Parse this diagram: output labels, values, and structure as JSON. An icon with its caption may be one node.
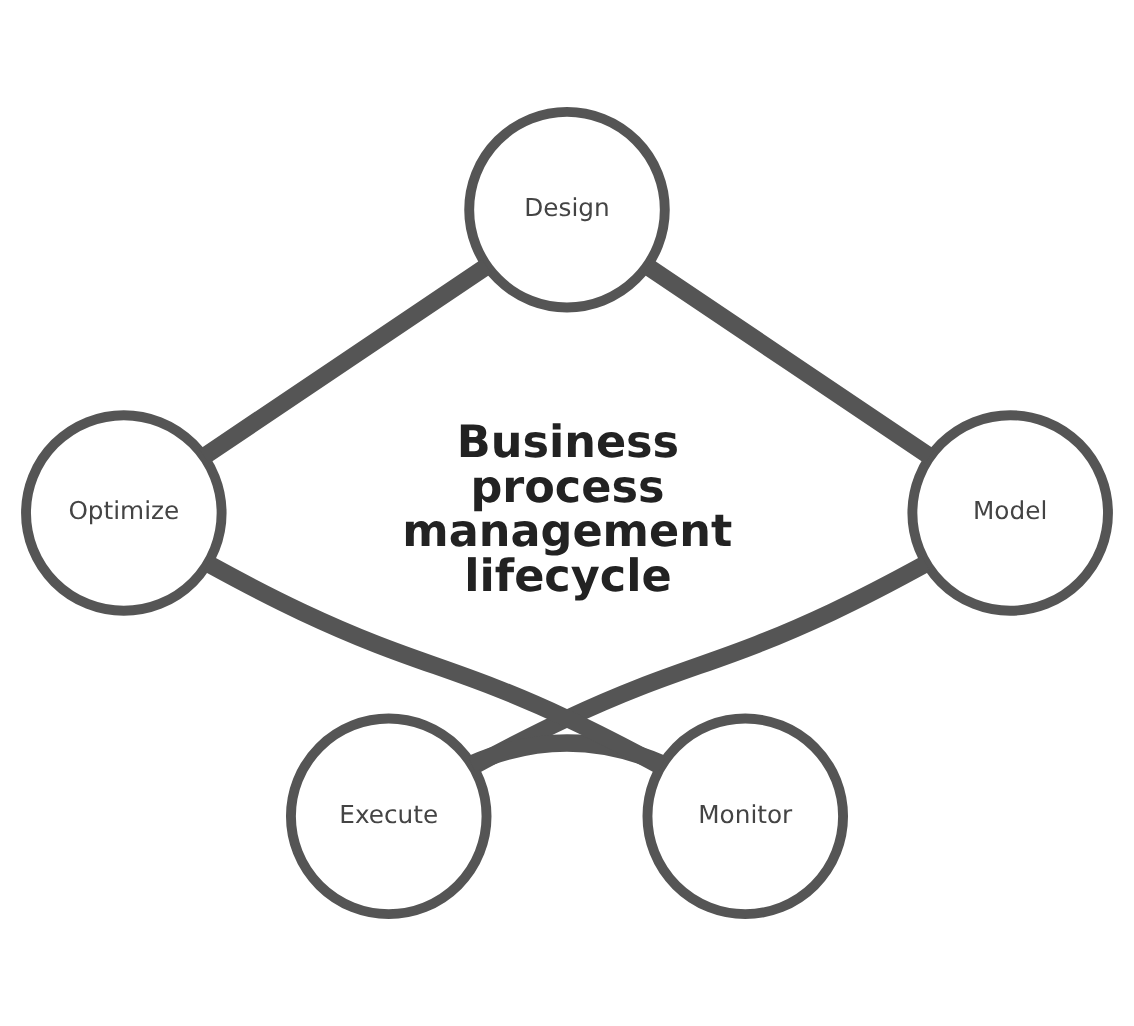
{
  "diagram": {
    "nodes": [
      {
        "text": [
          "Design"
        ]
      },
      {
        "text": [
          "Model"
        ]
      },
      {
        "text": [
          "Execute"
        ]
      },
      {
        "text": [
          "Monitor"
        ]
      },
      {
        "text": [
          "Optimize"
        ]
      }
    ],
    "edges": [
      {
        "from": 0,
        "to": 1,
        "arrow": "none"
      },
      {
        "from": 1,
        "to": 2,
        "arrow": "none"
      },
      {
        "from": 2,
        "to": 3,
        "arrow": "none"
      },
      {
        "from": 3,
        "to": 4,
        "arrow": "none"
      },
      {
        "from": 4,
        "to": 0,
        "arrow": "none"
      }
    ],
    "labels": [
      "Business process management lifecycle"
    ]
  }
}
